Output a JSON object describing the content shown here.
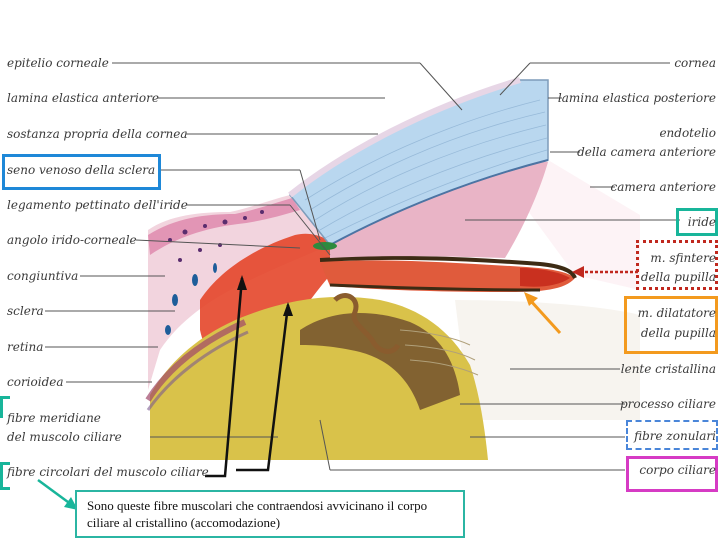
{
  "labels_left": [
    "epitelio corneale",
    "lamina elastica anteriore",
    "sostanza propria della cornea",
    "seno venoso della sclera",
    "legamento pettinato dell'iride",
    "angolo irido-corneale",
    "congiuntiva",
    "sclera",
    "retina",
    "corioidea",
    "fibre meridiane",
    "del muscolo ciliare",
    "fibre circolari del muscolo ciliare"
  ],
  "labels_right": [
    "cornea",
    "lamina elastica posteriore",
    "endotelio",
    "della camera anteriore",
    "camera anteriore",
    "iride",
    "m. sfintere",
    "della pupilla",
    "m. dilatatore",
    "della pupilla",
    "lente cristallina",
    "processo ciliare",
    "fibre zonulari",
    "corpo ciliare"
  ],
  "note": "Sono queste fibre muscolari che contraendosi avvicinano il corpo ciliare al cristallino (accomodazione)",
  "colors": {
    "cornea": "#b9d7ef",
    "iris_pink": "#e9b4c6",
    "sclera_red": "#e4462a",
    "ciliary_yellow": "#d9c24a",
    "box_blue": "#1e88d8",
    "box_teal": "#18b59a",
    "box_red_dotted": "#c0281e",
    "box_orange": "#f39a1e",
    "box_blue_dashed": "#4a86d9",
    "box_magenta": "#d63bc4"
  }
}
